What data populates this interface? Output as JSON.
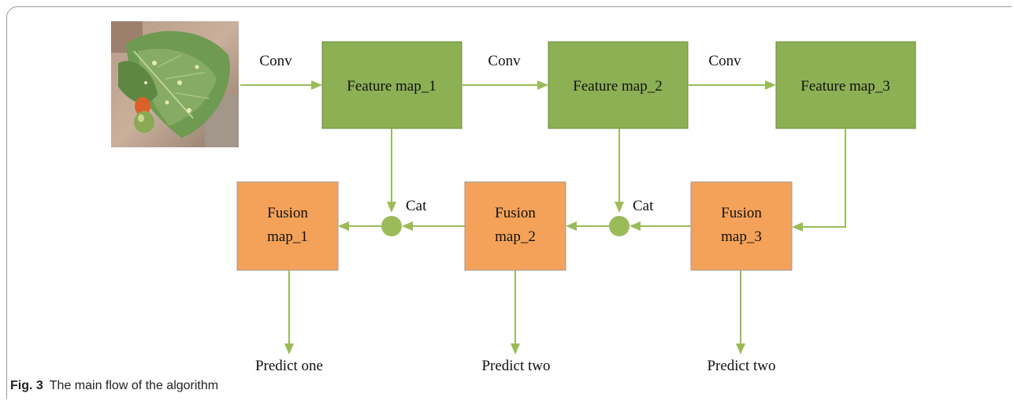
{
  "figure": {
    "label": "Fig. 3",
    "caption": "The main flow of the algorithm"
  },
  "nodes": {
    "input_image": "leaf-image",
    "feature_map_1": "Feature map_1",
    "feature_map_2": "Feature map_2",
    "feature_map_3": "Feature map_3",
    "fusion_map_1": [
      "Fusion",
      "map_1"
    ],
    "fusion_map_2": [
      "Fusion",
      "map_2"
    ],
    "fusion_map_3": [
      "Fusion",
      "map_3"
    ]
  },
  "edges": {
    "conv_1": "Conv",
    "conv_2": "Conv",
    "conv_3": "Conv",
    "cat_1": "Cat",
    "cat_2": "Cat"
  },
  "outputs": {
    "predict_1": "Predict one",
    "predict_2": "Predict two",
    "predict_3": "Predict two"
  },
  "colors": {
    "feature_fill": "#8db055",
    "feature_stroke": "#6c8c3a",
    "fusion_fill": "#f4a259",
    "fusion_stroke": "#9a9a9a",
    "arrow": "#9bbb59",
    "leaf_green": "#6f9a52",
    "fruit_orange": "#d9622b"
  }
}
